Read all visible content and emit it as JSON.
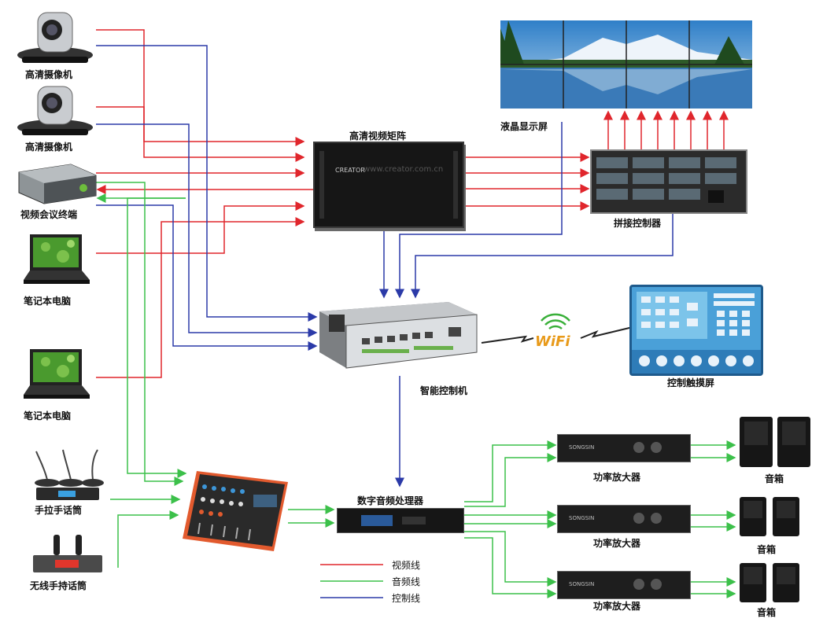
{
  "colors": {
    "video": "#e0262c",
    "audio": "#3cc04a",
    "control": "#2b3aa8"
  },
  "labels": {
    "cam1": "高清摄像机",
    "cam2": "高清摄像机",
    "vc": "视频会议终端",
    "nb1": "笔记本电脑",
    "nb2": "笔记本电脑",
    "matrix": "高清视频矩阵",
    "lcd": "液晶显示屏",
    "splice": "拼接控制器",
    "central": "智能控制机",
    "touch": "控制触摸屏",
    "wifi": "WiFi",
    "dsp": "数字音频处理器",
    "amp1": "功率放大器",
    "amp2": "功率放大器",
    "amp3": "功率放大器",
    "spk1": "音箱",
    "spk2": "音箱",
    "spk3": "音箱",
    "mic1": "手拉手话筒",
    "mic2": "无线手持话筒"
  },
  "device_text": {
    "matrix_brand": "CREATOR",
    "matrix_watermark": "www.creator.com.cn",
    "amp_brand": "SONGSIN"
  },
  "legend": [
    {
      "key": "video",
      "text": "视频线"
    },
    {
      "key": "audio",
      "text": "音频线"
    },
    {
      "key": "control",
      "text": "控制线"
    }
  ]
}
